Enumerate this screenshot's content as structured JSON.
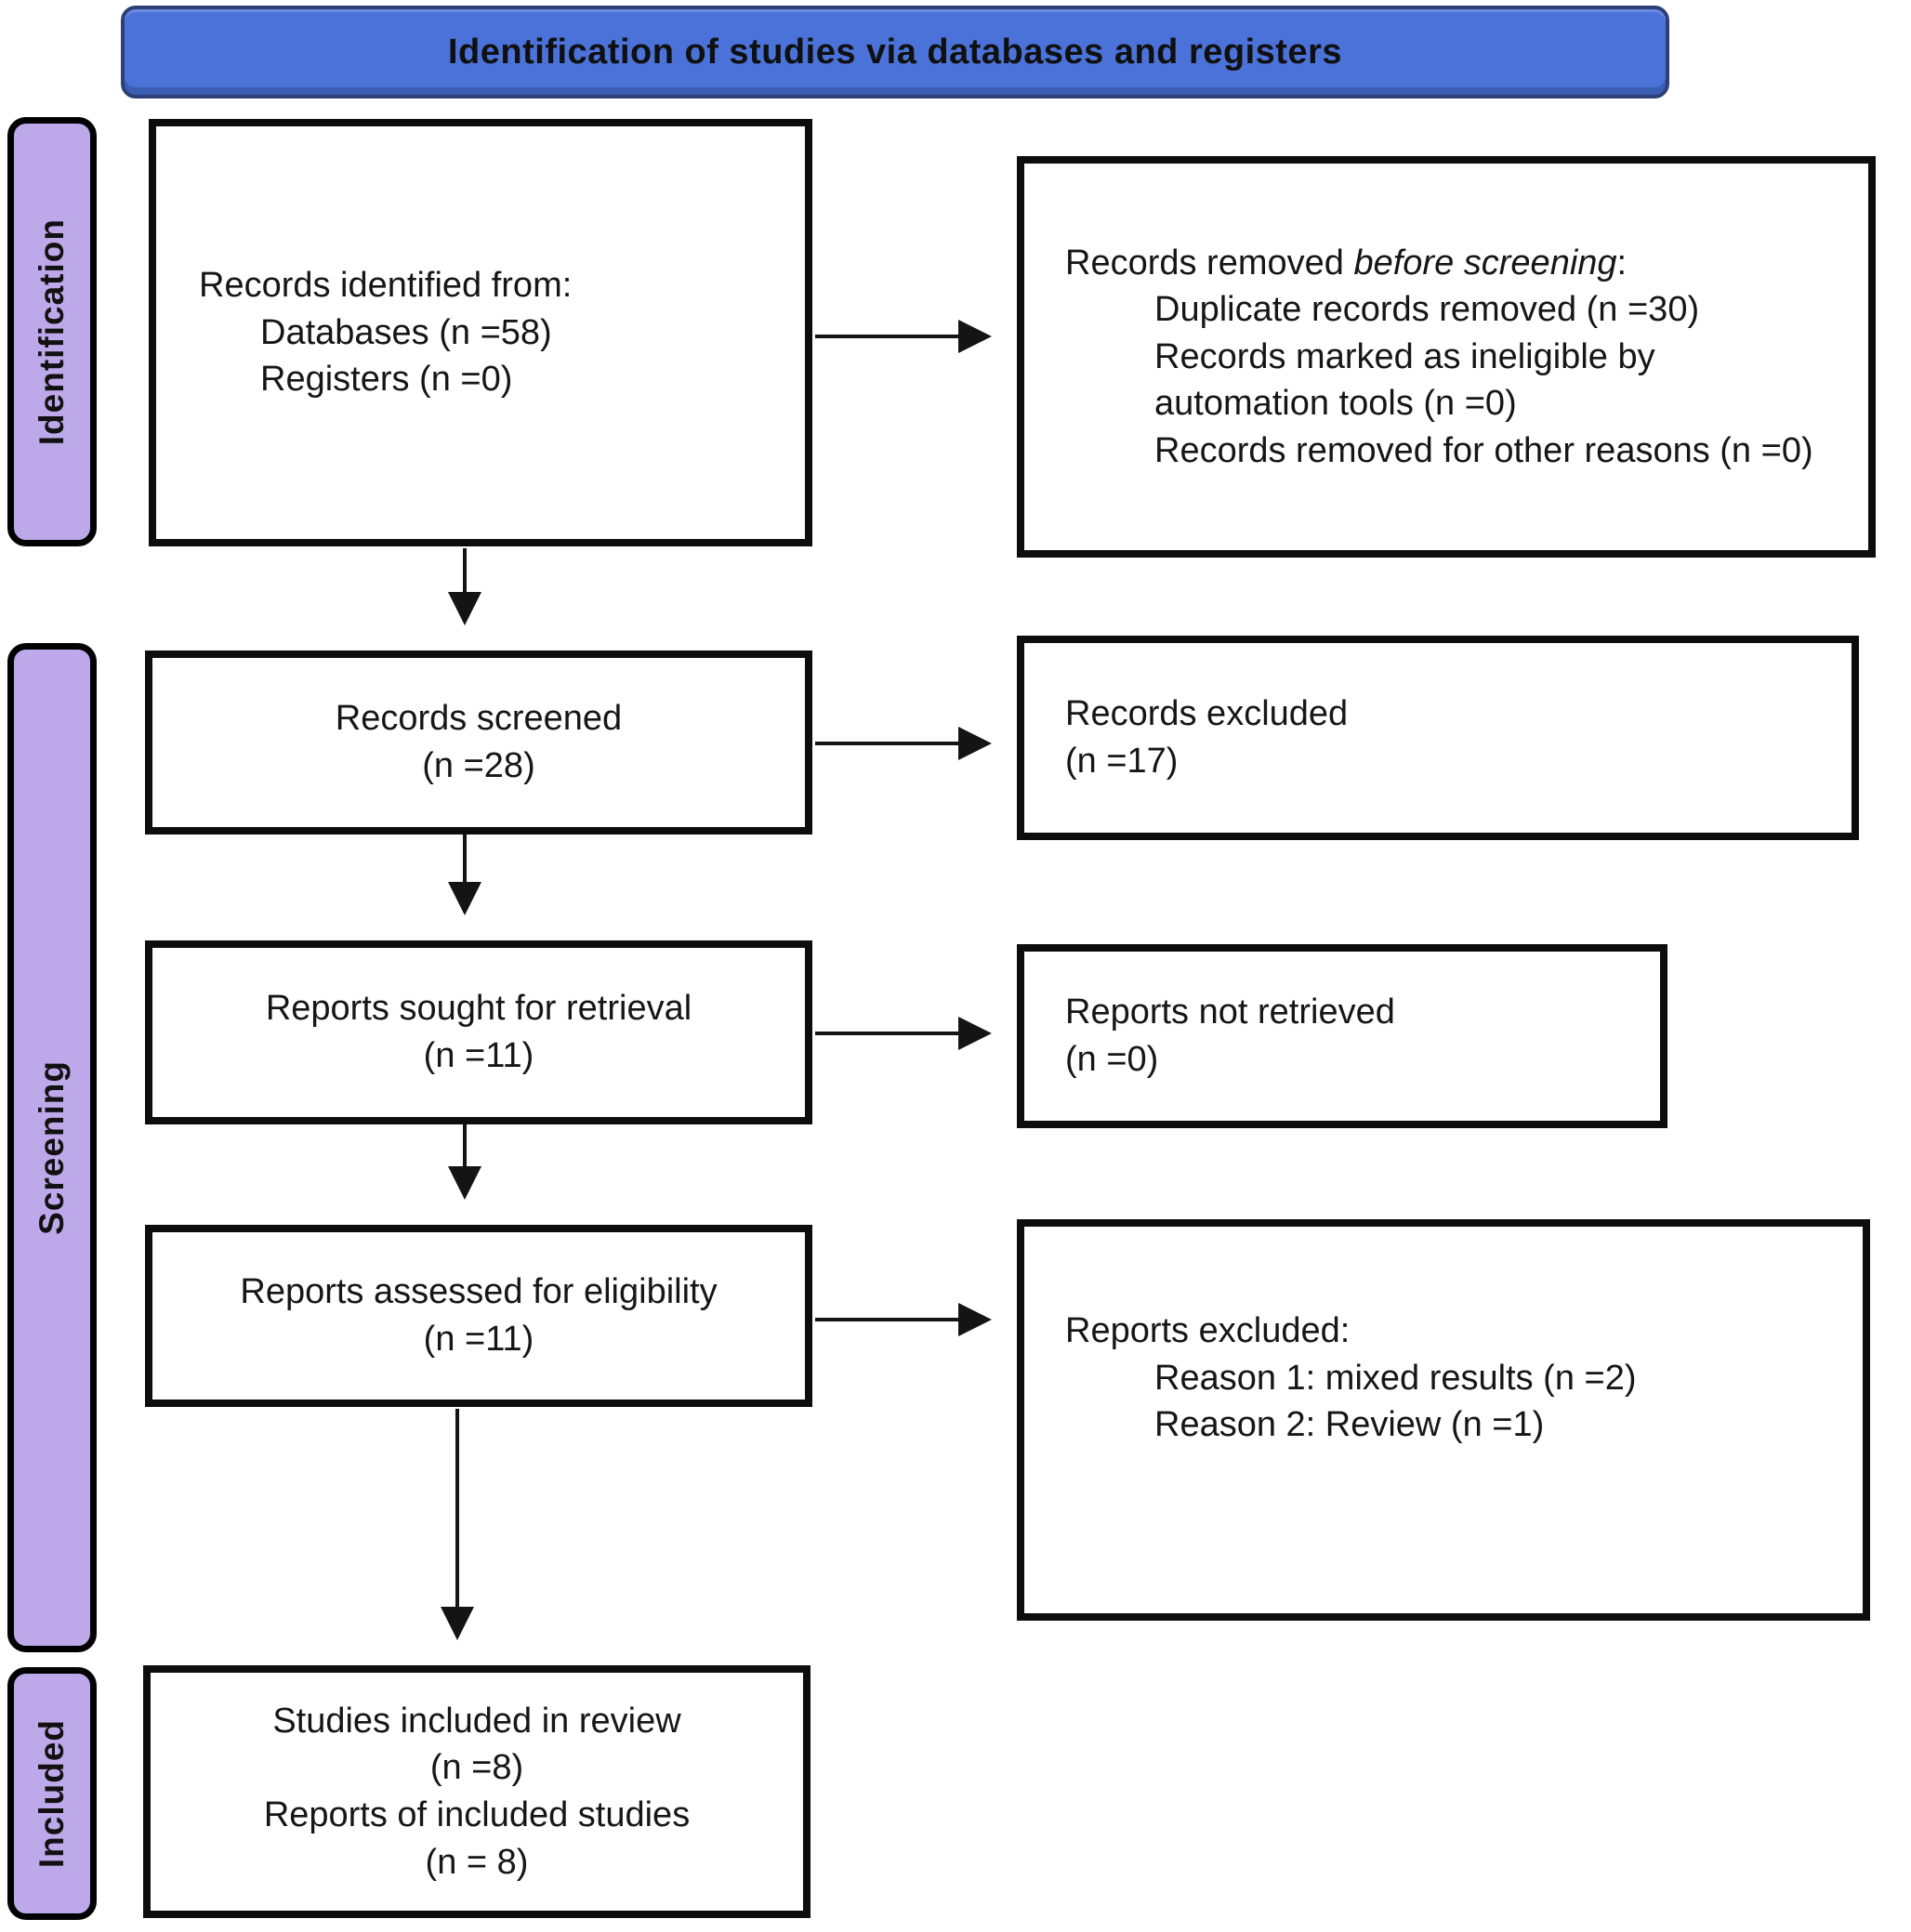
{
  "header": {
    "title": "Identification of studies via databases and registers"
  },
  "stages": {
    "identification": "Identification",
    "screening": "Screening",
    "included": "Included"
  },
  "main_flow": {
    "identified": {
      "title": "Records identified from:",
      "item1": "Databases (n =58)",
      "item2": "Registers (n =0)"
    },
    "screened": {
      "line1": "Records screened",
      "line2": "(n =28)"
    },
    "sought": {
      "line1": "Reports sought for retrieval",
      "line2": "(n =11)"
    },
    "assessed": {
      "line1": "Reports assessed for eligibility",
      "line2": "(n =11)"
    },
    "included": {
      "line1": "Studies included in review",
      "line2": "(n =8)",
      "line3": "Reports of included studies",
      "line4": "(n = 8)"
    }
  },
  "side_flow": {
    "removed_before_screening": {
      "title_prefix": "Records removed ",
      "title_italic": "before screening",
      "title_suffix": ":",
      "item1": "Duplicate records removed (n =30)",
      "item2_line1": "Records marked as ineligible by",
      "item2_line2": "automation tools (n =0)",
      "item3": "Records removed for other reasons (n =0)"
    },
    "records_excluded": {
      "line1": "Records excluded",
      "line2": "(n =17)"
    },
    "reports_not_retrieved": {
      "line1": "Reports not retrieved",
      "line2": "(n =0)"
    },
    "reports_excluded": {
      "title": "Reports excluded:",
      "item1": "Reason 1: mixed results (n =2)",
      "item2": "Reason 2: Review (n =1)"
    }
  },
  "colors": {
    "header_fill": "#4a72d8",
    "header_border": "#2e3f78",
    "stage_fill": "#bda9e9",
    "box_border": "#0d0d0d",
    "line_color": "#141414"
  }
}
